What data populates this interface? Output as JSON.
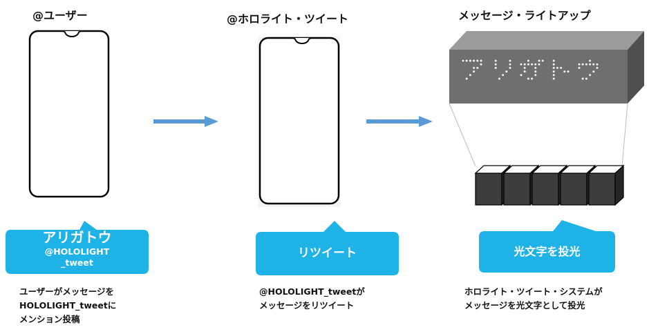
{
  "colors": {
    "bubble": "#1EB2E6",
    "arrow": "#5B9BD5",
    "sign_face": "#6f6f6f",
    "sign_top": "#9b9b9b",
    "sign_side": "#4f4f4f",
    "block": "#3d3d3d"
  },
  "panels": [
    {
      "title": "@ユーザー",
      "bubble_main": "アリガトウ",
      "bubble_sub1": "@HOLOLIGHT",
      "bubble_sub2": "_tweet",
      "caption": [
        "ユーザーがメッセージを",
        "HOLOLIGHT_tweetに",
        "メンション投稿"
      ]
    },
    {
      "title": "@ホロライト・ツイート",
      "bubble_main": "リツイート",
      "caption": [
        "@HOLOLIGHT_tweetが",
        "メッセージをリツイート"
      ]
    },
    {
      "title": "メッセージ・ライトアップ",
      "bubble_main": "光文字を投光",
      "sign_text": "アリガトウ",
      "caption": [
        "ホロライト・ツイート・システムが",
        "メッセージを光文字として投光"
      ]
    }
  ]
}
